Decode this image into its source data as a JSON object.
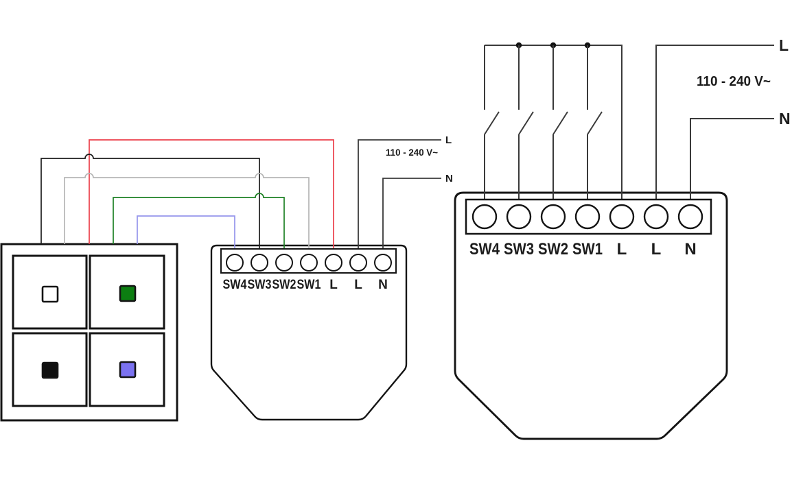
{
  "left_diagram": {
    "wall_switch": {
      "buttons": [
        {
          "position": "top-left",
          "color": "#ffffff"
        },
        {
          "position": "top-right",
          "color": "#0c7e11"
        },
        {
          "position": "bottom-left",
          "color": "#101010"
        },
        {
          "position": "bottom-right",
          "color": "#7b72f0"
        }
      ]
    },
    "wire_colors": {
      "red": "#ec3f4a",
      "black": "#1c1c1c",
      "gray": "#b6b6b6",
      "green": "#1d8024",
      "blue": "#9595ec"
    },
    "relay_terminals": [
      "SW4",
      "SW3",
      "SW2",
      "SW1",
      "L",
      "L",
      "N"
    ],
    "power": {
      "live": "L",
      "neutral": "N",
      "voltage": "110 - 240 V~"
    }
  },
  "right_diagram": {
    "relay_terminals": [
      "SW4",
      "SW3",
      "SW2",
      "SW1",
      "L",
      "L",
      "N"
    ],
    "power": {
      "live": "L",
      "neutral": "N",
      "voltage": "110 - 240 V~"
    },
    "switch_count": 4
  }
}
